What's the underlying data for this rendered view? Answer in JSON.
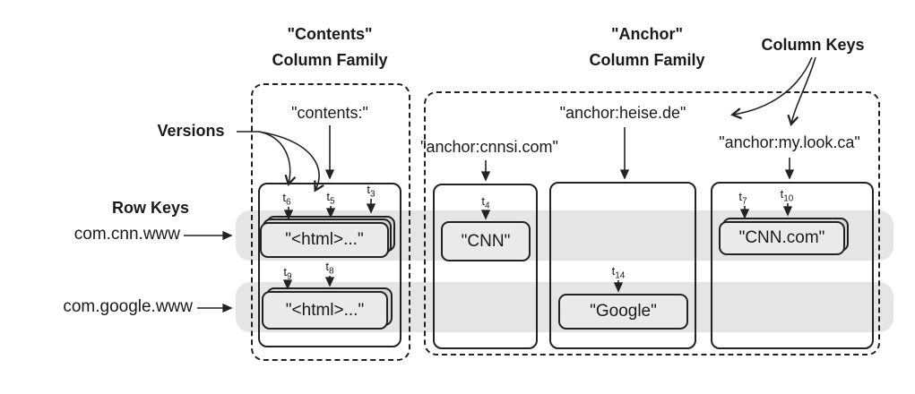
{
  "labels": {
    "contents_family_line1": "\"Contents\"",
    "contents_family_line2": "Column Family",
    "anchor_family_line1": "\"Anchor\"",
    "anchor_family_line2": "Column Family",
    "column_keys": "Column Keys",
    "versions": "Versions",
    "row_keys": "Row Keys"
  },
  "rows": {
    "cnn_key": "com.cnn.www",
    "google_key": "com.google.www"
  },
  "columns": {
    "contents_key": "\"contents:\"",
    "cnnsi_key": "\"anchor:cnnsi.com\"",
    "heise_key": "\"anchor:heise.de\"",
    "mylook_key": "\"anchor:my.look.ca\""
  },
  "cells": {
    "cnn_contents": "\"<html>...\"",
    "google_contents": "\"<html>...\"",
    "cnn_cnnsi": "\"CNN\"",
    "google_heise": "\"Google\"",
    "cnn_mylook": "\"CNN.com\""
  },
  "timestamps": {
    "t6": {
      "base": "t",
      "sub": "6"
    },
    "t5": {
      "base": "t",
      "sub": "5"
    },
    "t3": {
      "base": "t",
      "sub": "3"
    },
    "t9": {
      "base": "t",
      "sub": "9"
    },
    "t8": {
      "base": "t",
      "sub": "8"
    },
    "t4": {
      "base": "t",
      "sub": "4"
    },
    "t14": {
      "base": "t",
      "sub": "14"
    },
    "t7": {
      "base": "t",
      "sub": "7"
    },
    "t10": {
      "base": "t",
      "sub": "10"
    }
  },
  "colors": {
    "stroke": "#222222",
    "band": "#e5e5e5",
    "cell-fill": "#eaeaea",
    "cell-mid": "#d4d4d4",
    "cell-back": "#d9d9d9",
    "text": "#1a1a1a",
    "bg": "#ffffff"
  }
}
